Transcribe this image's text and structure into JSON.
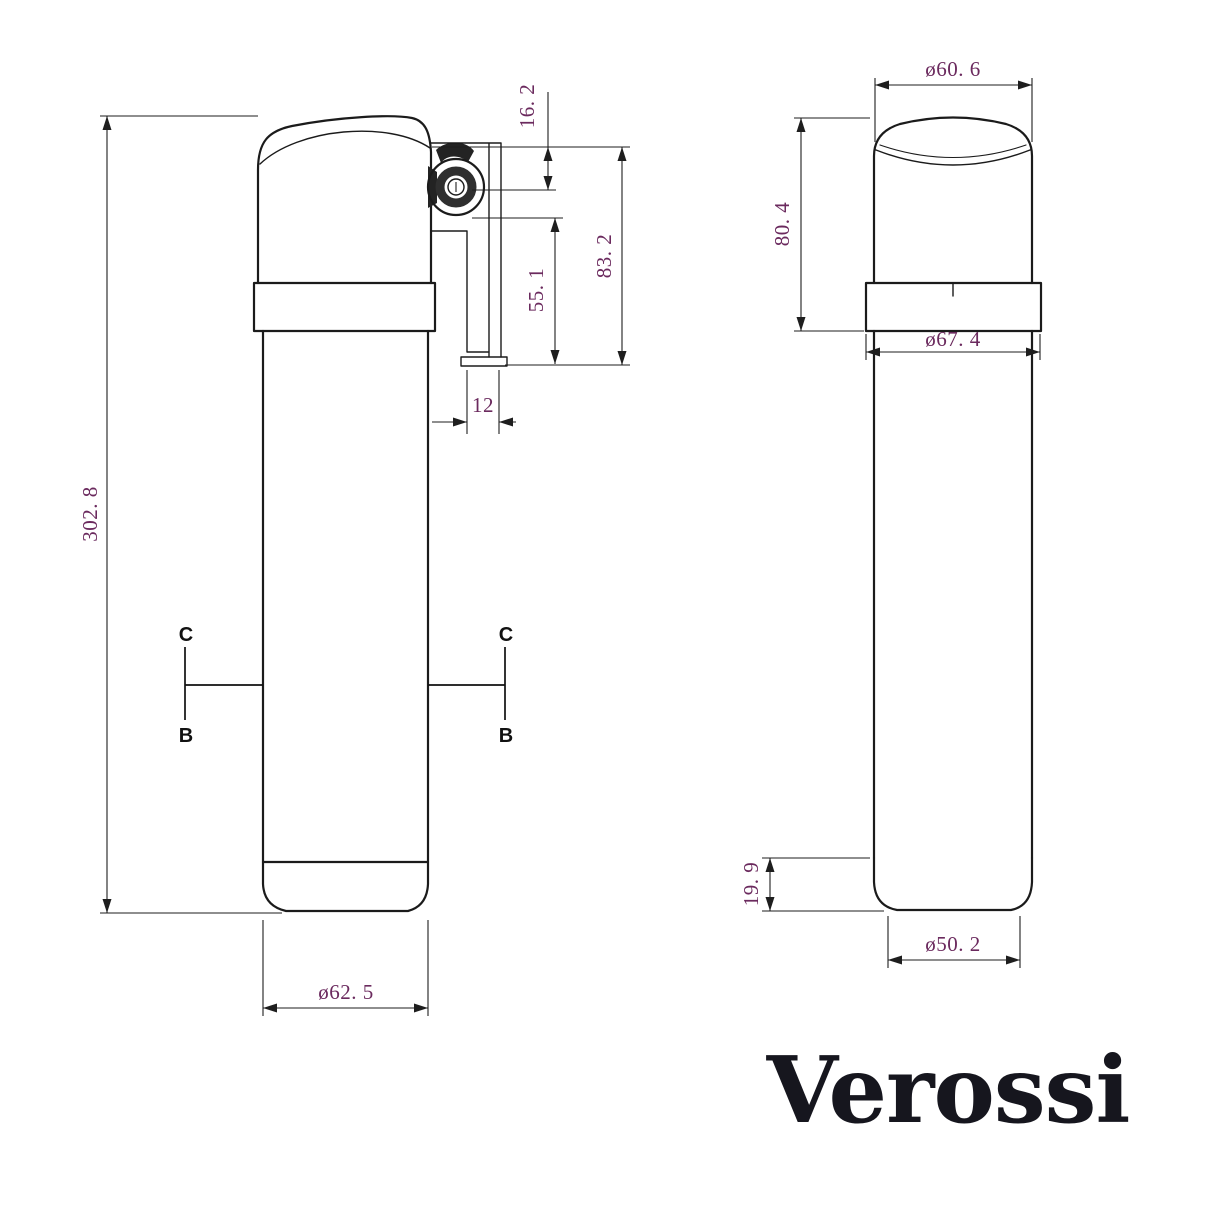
{
  "left_view": {
    "overall_height": "302. 8",
    "head_top_offset": "16. 2",
    "valve_to_bracket": "55. 1",
    "head_assembly_height": "83. 2",
    "bracket_width": "12",
    "body_diameter": "ø62. 5",
    "section_c_left": "C",
    "section_b_left": "B",
    "section_c_right": "C",
    "section_b_right": "B"
  },
  "right_view": {
    "top_diameter": "ø60. 6",
    "head_height": "80. 4",
    "collar_diameter": "ø67. 4",
    "base_height": "19. 9",
    "base_diameter": "ø50. 2"
  },
  "colors": {
    "line": "#1b1b1b",
    "dimension_text": "#6b2a5e",
    "logo": "#16161e"
  },
  "brand": {
    "logo_text": "Verossi"
  }
}
